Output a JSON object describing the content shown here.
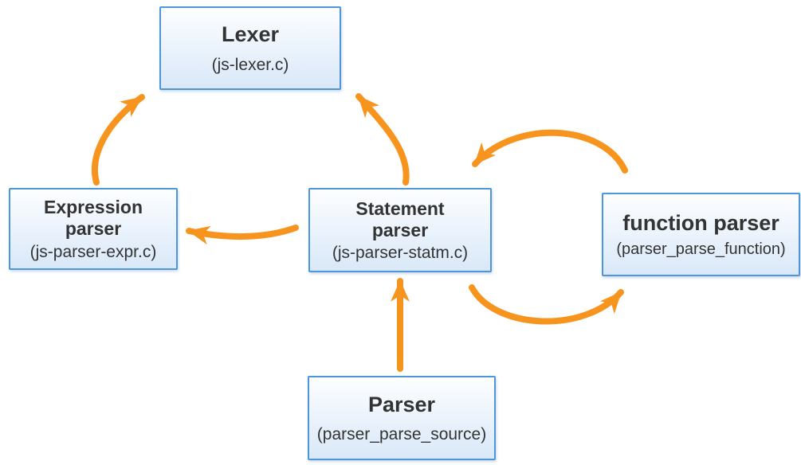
{
  "diagram": {
    "nodes": [
      {
        "id": "lexer",
        "title": "Lexer",
        "subtitle": "(js-lexer.c)"
      },
      {
        "id": "expression-parser",
        "title": "Expression parser",
        "subtitle": "(js-parser-expr.c)"
      },
      {
        "id": "statement-parser",
        "title": "Statement parser",
        "subtitle": "(js-parser-statm.c)"
      },
      {
        "id": "function-parser",
        "title": "function parser",
        "subtitle": "(parser_parse_function)"
      },
      {
        "id": "parser",
        "title": "Parser",
        "subtitle": "(parser_parse_source)"
      }
    ],
    "edges": [
      {
        "from": "expression-parser",
        "to": "lexer"
      },
      {
        "from": "statement-parser",
        "to": "lexer"
      },
      {
        "from": "statement-parser",
        "to": "expression-parser"
      },
      {
        "from": "parser",
        "to": "statement-parser"
      },
      {
        "from": "statement-parser",
        "to": "function-parser"
      },
      {
        "from": "function-parser",
        "to": "statement-parser"
      }
    ],
    "colors": {
      "arrow": "#F7941E",
      "box_border": "#4E96DB",
      "box_fill_top": "#FDFEFF",
      "box_fill_bottom": "#D9E8F8",
      "text": "#333333",
      "background": "#FFFFFF"
    }
  }
}
